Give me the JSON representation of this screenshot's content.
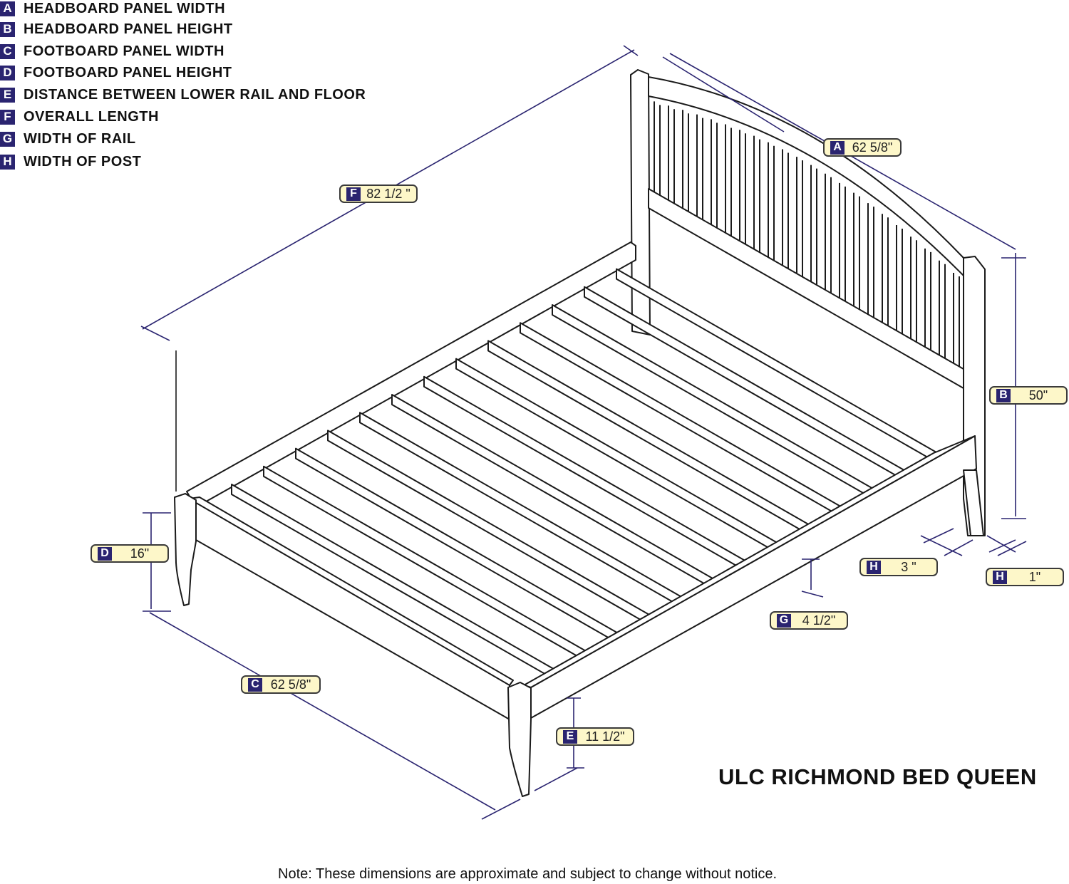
{
  "legend": [
    {
      "key": "A",
      "label": "HEADBOARD PANEL WIDTH"
    },
    {
      "key": "B",
      "label": "HEADBOARD PANEL HEIGHT"
    },
    {
      "key": "C",
      "label": "FOOTBOARD PANEL WIDTH"
    },
    {
      "key": "D",
      "label": "FOOTBOARD PANEL HEIGHT"
    },
    {
      "key": "E",
      "label": "DISTANCE BETWEEN LOWER RAIL AND FLOOR"
    },
    {
      "key": "F",
      "label": "OVERALL LENGTH"
    },
    {
      "key": "G",
      "label": "WIDTH OF RAIL"
    },
    {
      "key": "H",
      "label": "WIDTH OF POST"
    }
  ],
  "dimensions": {
    "A": {
      "key": "A",
      "value": "62 5/8\""
    },
    "B": {
      "key": "B",
      "value": "50\""
    },
    "C": {
      "key": "C",
      "value": "62 5/8\""
    },
    "D": {
      "key": "D",
      "value": "16\""
    },
    "E": {
      "key": "E",
      "value": "11 1/2\""
    },
    "F": {
      "key": "F",
      "value": "82 1/2 \""
    },
    "G": {
      "key": "G",
      "value": "4 1/2\""
    },
    "H1": {
      "key": "H",
      "value": "3 \""
    },
    "H2": {
      "key": "H",
      "value": "1\""
    }
  },
  "title": "ULC RICHMOND BED QUEEN",
  "note": "Note:  These dimensions are approximate and subject to change without notice.",
  "colors": {
    "badge": "#2a2470",
    "label_bg": "#fdf7c9",
    "dimension_line": "#2a2470",
    "drawing": "#1a1a1a"
  }
}
